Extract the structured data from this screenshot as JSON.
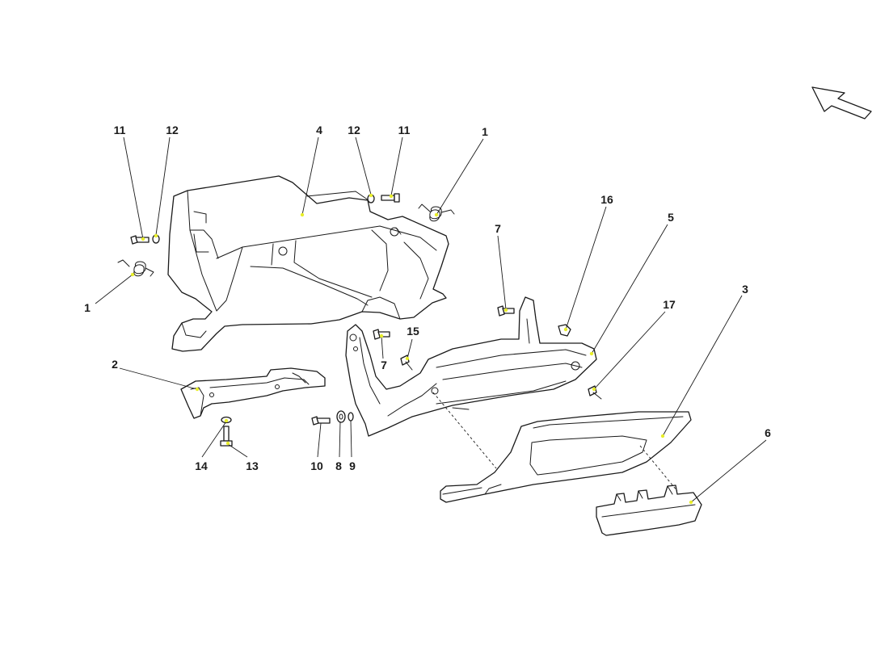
{
  "colors": {
    "line": "#1a1a1a",
    "marker": "#e8ee2a",
    "background": "#ffffff"
  },
  "icons": {
    "orientation": "direction-arrow-icon"
  },
  "callouts": {
    "c1_left": "1",
    "c1_right": "1",
    "c2": "2",
    "c3": "3",
    "c4": "4",
    "c5": "5",
    "c6": "6",
    "c7_top": "7",
    "c7_mid": "7",
    "c8": "8",
    "c9": "9",
    "c10": "10",
    "c11_left": "11",
    "c11_right": "11",
    "c12_left": "12",
    "c12_right": "12",
    "c13": "13",
    "c14": "14",
    "c15": "15",
    "c16": "16",
    "c17": "17"
  }
}
